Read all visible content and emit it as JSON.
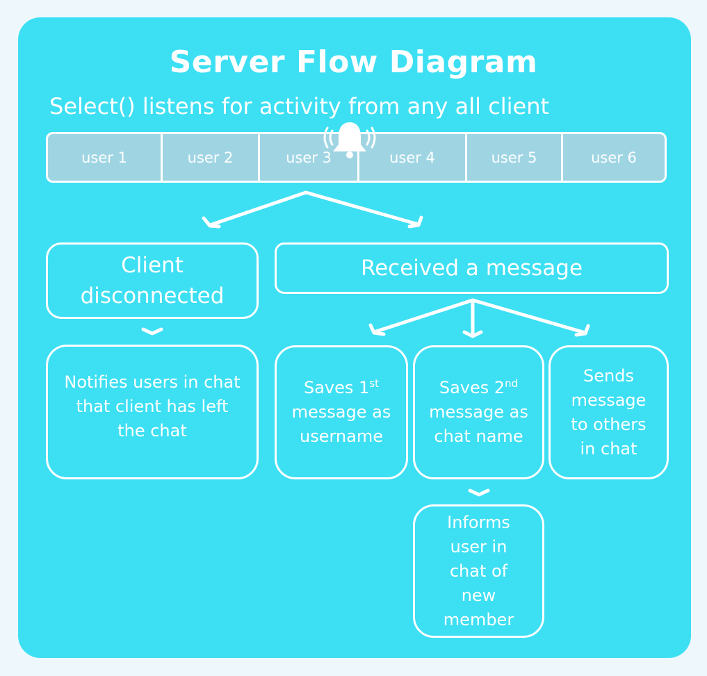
{
  "title": "Server Flow Diagram",
  "subtitle": "Select() listens for activity from any all client",
  "users": [
    "user 1",
    "user 2",
    "user 3",
    "user 4",
    "user 5",
    "user 6"
  ],
  "bell_icon": "bell-ringing-icon",
  "nodes": {
    "client_disconnected": "Client disconnected",
    "received_message": "Received a message",
    "notifies_users": "Notifies users in chat that client has left the chat",
    "saves_first": {
      "prefix": "Saves 1",
      "sup": "st",
      "rest": "message as username"
    },
    "saves_second": {
      "prefix": "Saves 2",
      "sup": "nd",
      "rest": "message as chat name"
    },
    "sends_message": "Sends message to others in chat",
    "informs_user": "Informs user in chat of new member"
  },
  "colors": {
    "background": "#3ddff3",
    "user_bar": "#9fd5e3",
    "line": "#ffffff"
  }
}
